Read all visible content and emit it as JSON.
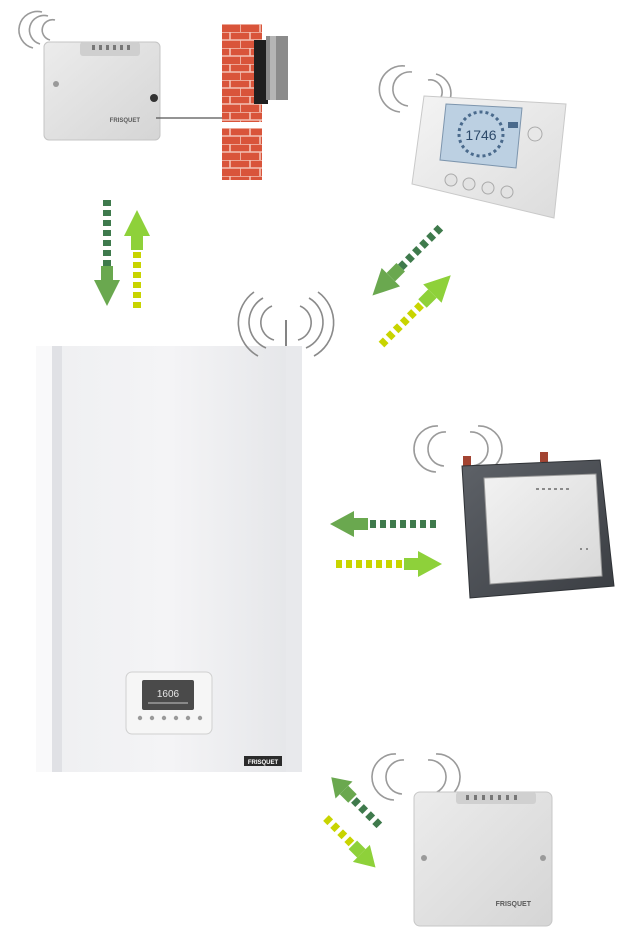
{
  "brand": {
    "name": "FRISQUET"
  },
  "boiler": {
    "display_value": "1606"
  },
  "thermostat": {
    "display_value": "1746"
  },
  "colors": {
    "arrow_dark": "#3f7a4c",
    "arrow_mid": "#6aa84f",
    "arrow_light": "#8ed13a",
    "arrow_yellow": "#c8d400",
    "brick": "#d9543a",
    "device_light": "#e6e6e6",
    "device_dark": "#4a4d52"
  },
  "icons": {
    "wireless": "wifi-waves-icon"
  }
}
